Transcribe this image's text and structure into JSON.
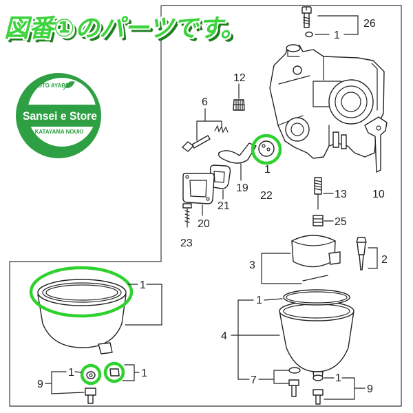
{
  "banner": {
    "text": "図番①のパーツです。"
  },
  "logo": {
    "top": "KYOTO AYABE",
    "name": "Sansei e Store",
    "bottom": "KATAYAMA NOUKI"
  },
  "labels": {
    "part_26": "26",
    "part_26_ring": "1",
    "part_12": "12",
    "part_6": "6",
    "part_22_ring": "1",
    "part_22": "22",
    "part_19": "19",
    "part_21": "21",
    "part_20": "20",
    "part_23": "23",
    "part_13": "13",
    "part_25": "25",
    "part_10": "10",
    "part_3": "3",
    "part_2": "2",
    "left_bowl_ring": "1",
    "part_4_ring": "1",
    "part_4": "4",
    "left_9": "9",
    "left_9_washer": "1",
    "left_small_part": "1",
    "part_7": "7",
    "right_9_washer": "1",
    "right_9": "9"
  },
  "colors": {
    "highlight": "#2fd12f",
    "banner": "#3cd33c",
    "banner_shadow": "#1f7f1f",
    "logo_green": "#2ea043",
    "line": "#222222"
  }
}
